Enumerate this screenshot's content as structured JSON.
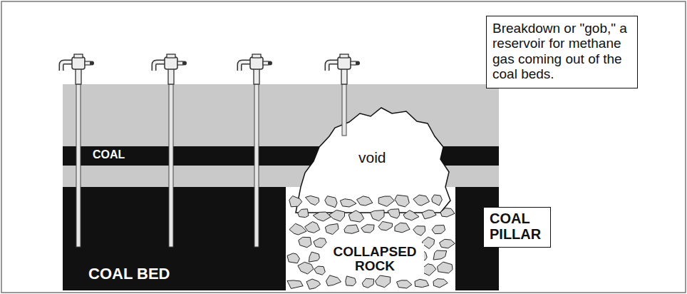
{
  "diagram": {
    "nodes": [
      {
        "text": [
          "Breakdown or \"gob,\" a reservoir for methane gas coming out of the coal beds."
        ]
      },
      {
        "text": [
          "COAL PILLAR"
        ]
      }
    ],
    "labels": [
      "COAL",
      "void",
      "COLLAPSED ROCK",
      "COAL BED"
    ]
  }
}
